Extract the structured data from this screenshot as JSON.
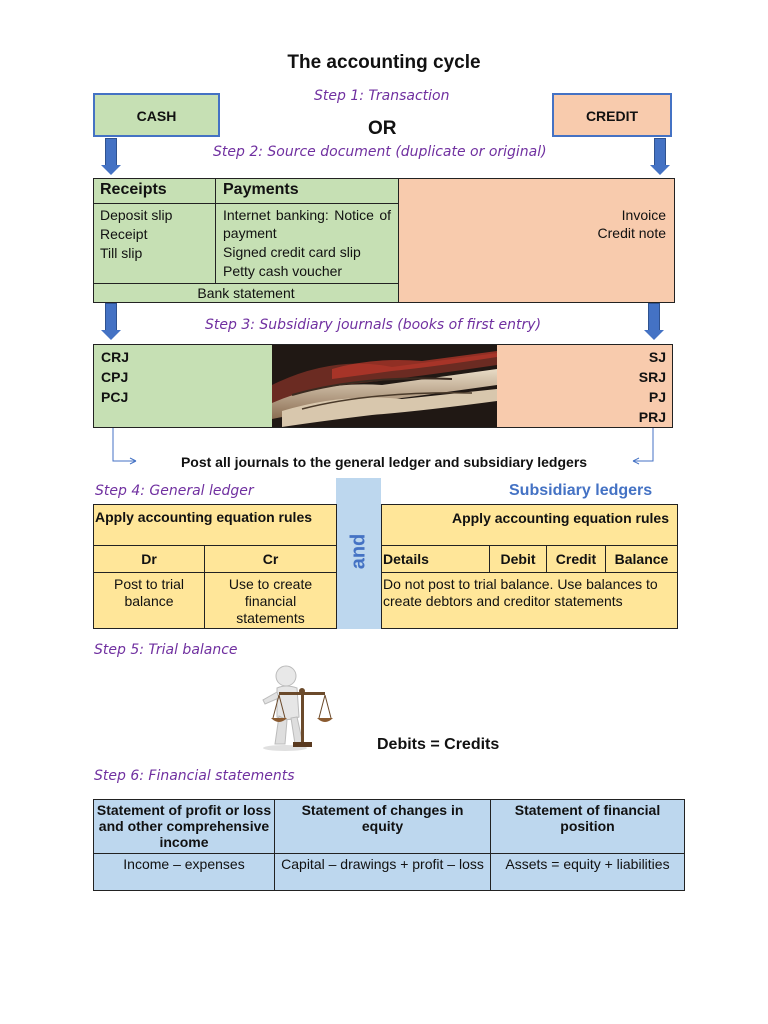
{
  "title": "The accounting cycle",
  "step1": "Step 1: Transaction",
  "cash": "CASH",
  "or": "OR",
  "credit": "CREDIT",
  "step2": "Step 2: Source document (duplicate or original)",
  "receipts_header": "Receipts",
  "payments_header": "Payments",
  "receipts_items": [
    "Deposit slip",
    "Receipt",
    "Till slip"
  ],
  "payments_items": [
    "Internet banking: Notice of payment",
    "Signed credit card slip",
    "Petty cash voucher"
  ],
  "bank_statement": "Bank statement",
  "credit_docs": [
    "Invoice",
    "Credit note"
  ],
  "step3": "Step 3: Subsidiary journals (books of first entry)",
  "cash_journals": [
    "CRJ",
    "CPJ",
    "PCJ"
  ],
  "credit_journals": [
    "SJ",
    "SRJ",
    "PJ",
    "PRJ"
  ],
  "post_all": "Post all journals to the general ledger and subsidiary ledgers",
  "step4": "Step 4: General ledger",
  "subsidiary_ledgers": "Subsidiary ledgers",
  "and": "and",
  "gl": {
    "rules": "Apply accounting equation rules",
    "dr": "Dr",
    "cr": "Cr",
    "dr_text": "Post to trial balance",
    "cr_text": "Use to create financial statements"
  },
  "sl": {
    "rules": "Apply accounting equation rules",
    "cols": [
      "Details",
      "Debit",
      "Credit",
      "Balance"
    ],
    "text": "Do not post to trial balance. Use balances to create debtors and creditor statements"
  },
  "step5": "Step 5: Trial balance",
  "debits_credits": "Debits = Credits",
  "step6": "Step 6: Financial statements",
  "fs": {
    "headers": [
      "Statement of profit or loss and other comprehensive income",
      "Statement of changes in equity",
      "Statement of financial position"
    ],
    "values": [
      "Income – expenses",
      "Capital – drawings + profit – loss",
      "Assets = equity + liabilities"
    ]
  },
  "colors": {
    "green": "#c6e0b4",
    "peach": "#f8cbad",
    "yellow": "#ffe699",
    "blue": "#bdd7ee",
    "step_purple": "#7030a0",
    "arrow_blue": "#4472c4"
  }
}
